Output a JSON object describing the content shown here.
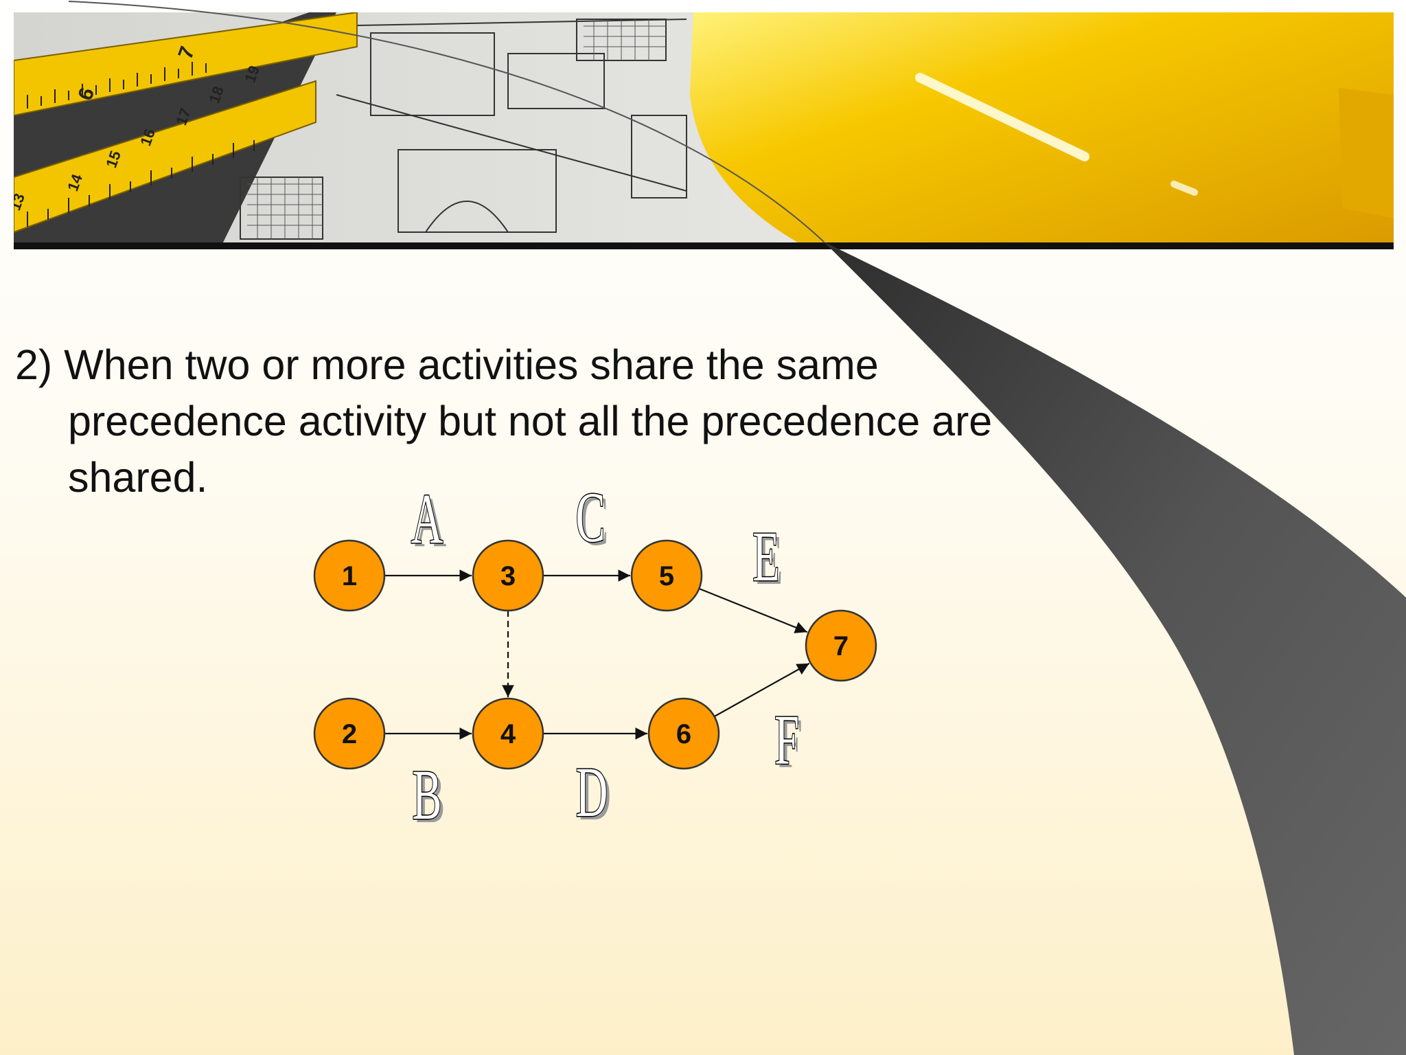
{
  "slide": {
    "body_lines": [
      "2) When two or more activities share the same",
      "precedence activity but not all the precedence are",
      "shared."
    ]
  },
  "header_image": {
    "ruler_numbers": [
      "13",
      "14",
      "15",
      "16",
      "17",
      "18",
      "19",
      "6",
      "7"
    ],
    "accent_color": "#f6c400"
  },
  "network": {
    "nodes": [
      {
        "id": "n1",
        "label": "1"
      },
      {
        "id": "n2",
        "label": "2"
      },
      {
        "id": "n3",
        "label": "3"
      },
      {
        "id": "n4",
        "label": "4"
      },
      {
        "id": "n5",
        "label": "5"
      },
      {
        "id": "n6",
        "label": "6"
      },
      {
        "id": "n7",
        "label": "7"
      }
    ],
    "activities": [
      {
        "label": "A",
        "from": "1",
        "to": "3",
        "style": "solid"
      },
      {
        "label": "B",
        "from": "2",
        "to": "4",
        "style": "solid"
      },
      {
        "label": "C",
        "from": "3",
        "to": "5",
        "style": "solid"
      },
      {
        "label": "D",
        "from": "4",
        "to": "6",
        "style": "solid"
      },
      {
        "label": "E",
        "from": "5",
        "to": "7",
        "style": "solid"
      },
      {
        "label": "F",
        "from": "6",
        "to": "7",
        "style": "solid"
      },
      {
        "label": "",
        "from": "3",
        "to": "4",
        "style": "dashed"
      }
    ],
    "node_fill": "#ff9900",
    "node_stroke": "#333333"
  }
}
